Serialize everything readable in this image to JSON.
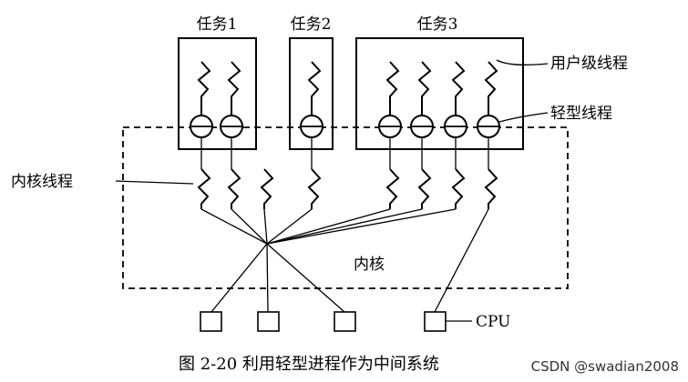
{
  "labels": {
    "task1": "任务1",
    "task2": "任务2",
    "task3": "任务3",
    "user_thread": "用户级线程",
    "lwp": "轻型线程",
    "kernel_thread": "内核线程",
    "kernel": "内核",
    "cpu": "CPU"
  },
  "caption": "图 2-20   利用轻型进程作为中间系统",
  "watermark": "CSDN @swadian2008"
}
